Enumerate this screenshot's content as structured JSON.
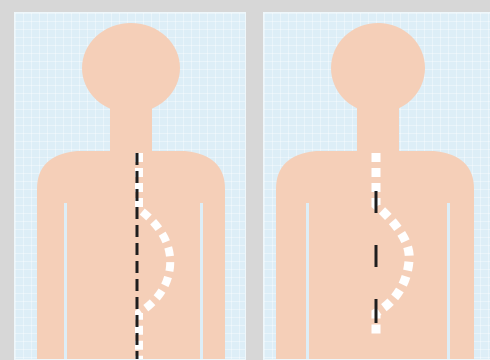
{
  "colors": {
    "background": "#d7d7d7",
    "panel": "#ddeef7",
    "skin": "#f5cfb8",
    "spine_line": "#1e1e1e",
    "curve_dashes": "#ffffff"
  },
  "panels": [
    {
      "id": "left",
      "line_dashed": true,
      "curve_direction": "right"
    },
    {
      "id": "right",
      "line_dashed": true,
      "curve_direction": "right"
    }
  ]
}
